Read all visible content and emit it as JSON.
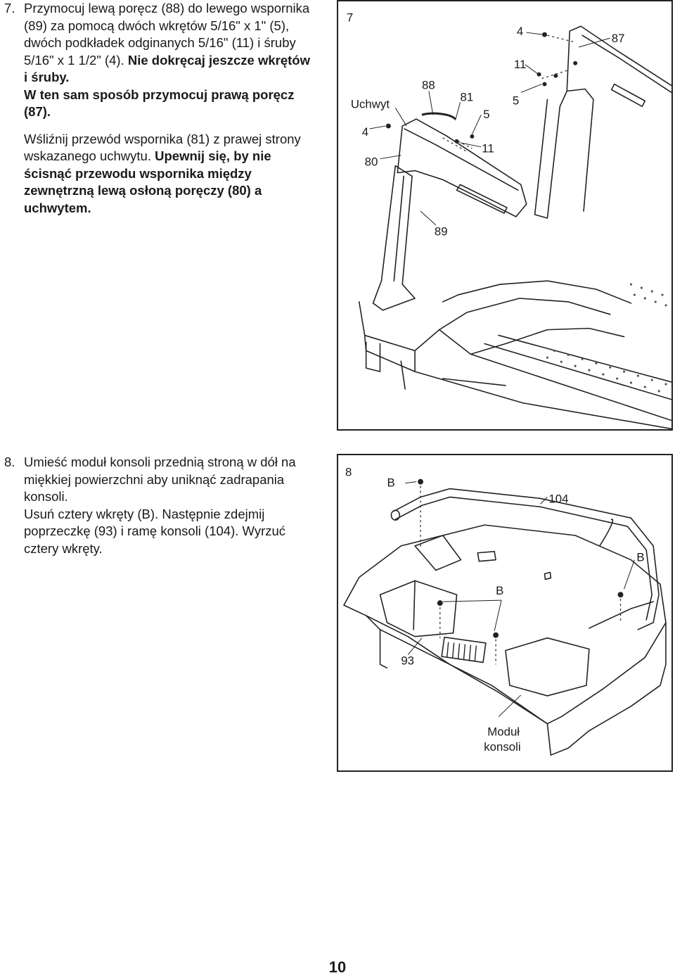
{
  "step7": {
    "number": "7.",
    "p1_normal": "Przymocuj lewą poręcz (88) do lewego wspornika (89) za pomocą dwóch wkrętów  5/16\" x 1\" (5), dwóch podkładek odginanych 5/16\" (11) i śruby 5/16\" x 1 1/2\" (4).",
    "p1_bold": "Nie dokręcaj jeszcze wkrętów i śruby.",
    "p2_bold": "W ten sam sposób przymocuj prawą poręcz (87).",
    "p3_normal": "Wśliźnij przewód wspornika (81) z prawej strony wskazanego uchwytu.",
    "p3_bold": "Upewnij się, by nie ścisnąć przewodu wspornika między zewnętrzną lewą osłoną poręczy (80) a uchwytem."
  },
  "figure7": {
    "step_label": "7",
    "labels": {
      "uchwyt": "Uchwyt",
      "l4_left": "4",
      "l80": "80",
      "l88": "88",
      "l81": "81",
      "l5_mid": "5",
      "l11_mid": "11",
      "l89": "89",
      "l4_right": "4",
      "l87": "87",
      "l11_right": "11",
      "l5_right": "5"
    }
  },
  "step8": {
    "number": "8.",
    "p1": "Umieść moduł konsoli przednią stroną w dół na miękkiej powierzchni aby uniknąć zadrapania konsoli.",
    "p2": "Usuń cztery wkręty (B). Następnie zdejmij poprzeczkę (93) i ramę konsoli (104). Wyrzuć cztery wkręty."
  },
  "figure8": {
    "step_label": "8",
    "labels": {
      "b_top": "B",
      "l104": "104",
      "b_right": "B",
      "b_mid": "B",
      "l93": "93",
      "modul_line1": "Moduł",
      "modul_line2": "konsoli"
    }
  },
  "page_number": "10"
}
